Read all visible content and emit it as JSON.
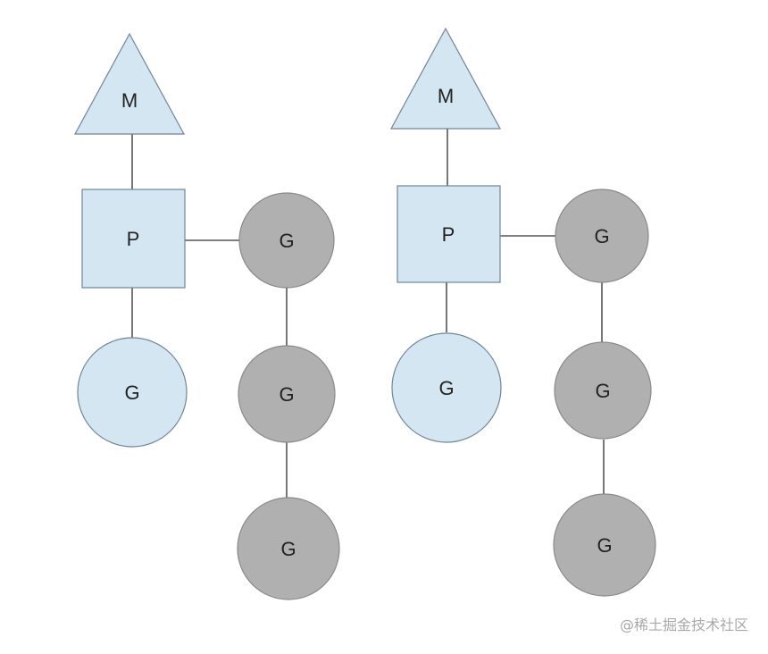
{
  "colors": {
    "light_fill": "#d4e6f1",
    "light_stroke": "#6f8597",
    "dark_fill": "#b0b0b0",
    "dark_stroke": "#8a8a8a",
    "edge": "#555555"
  },
  "groups": [
    {
      "machine": {
        "label": "M",
        "shape": "triangle"
      },
      "processor": {
        "label": "P",
        "shape": "square"
      },
      "running_goroutine": {
        "label": "G",
        "shape": "circle",
        "color": "light"
      },
      "queued_goroutines": [
        {
          "label": "G",
          "shape": "circle",
          "color": "dark"
        },
        {
          "label": "G",
          "shape": "circle",
          "color": "dark"
        },
        {
          "label": "G",
          "shape": "circle",
          "color": "dark"
        }
      ]
    },
    {
      "machine": {
        "label": "M",
        "shape": "triangle"
      },
      "processor": {
        "label": "P",
        "shape": "square"
      },
      "running_goroutine": {
        "label": "G",
        "shape": "circle",
        "color": "light"
      },
      "queued_goroutines": [
        {
          "label": "G",
          "shape": "circle",
          "color": "dark"
        },
        {
          "label": "G",
          "shape": "circle",
          "color": "dark"
        },
        {
          "label": "G",
          "shape": "circle",
          "color": "dark"
        }
      ]
    }
  ],
  "watermark": "@稀土掘金技术社区"
}
